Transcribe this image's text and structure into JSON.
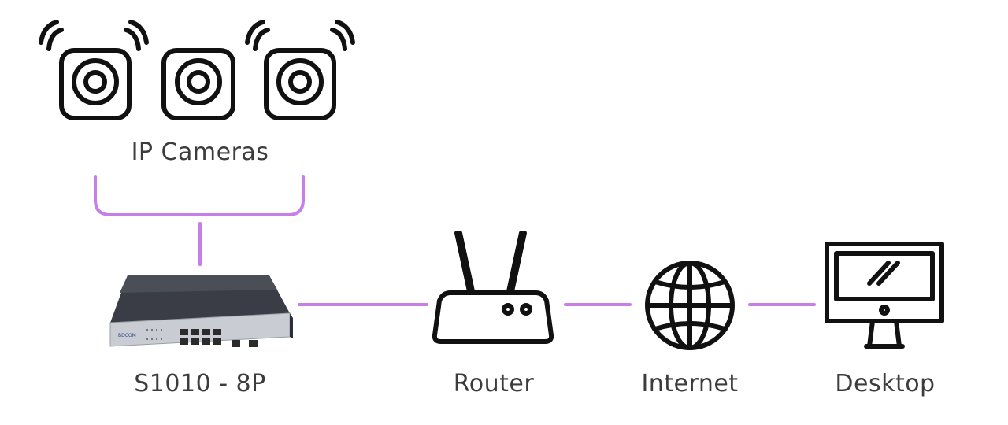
{
  "labels": {
    "cameras": "IP Cameras",
    "switch": "S1010 - 8P",
    "router": "Router",
    "internet": "Internet",
    "desktop": "Desktop"
  },
  "switch_brand": "BDCOM",
  "colors": {
    "connector": "#c77ee6",
    "icon_stroke": "#111111",
    "label_text": "#3c3c3c",
    "switch_body": "#2d3038",
    "switch_front": "#c9ccd2"
  },
  "icons": [
    "ip-camera-icon",
    "ip-camera-icon",
    "ip-camera-icon",
    "switch-device",
    "router-icon",
    "globe-icon",
    "desktop-icon"
  ]
}
